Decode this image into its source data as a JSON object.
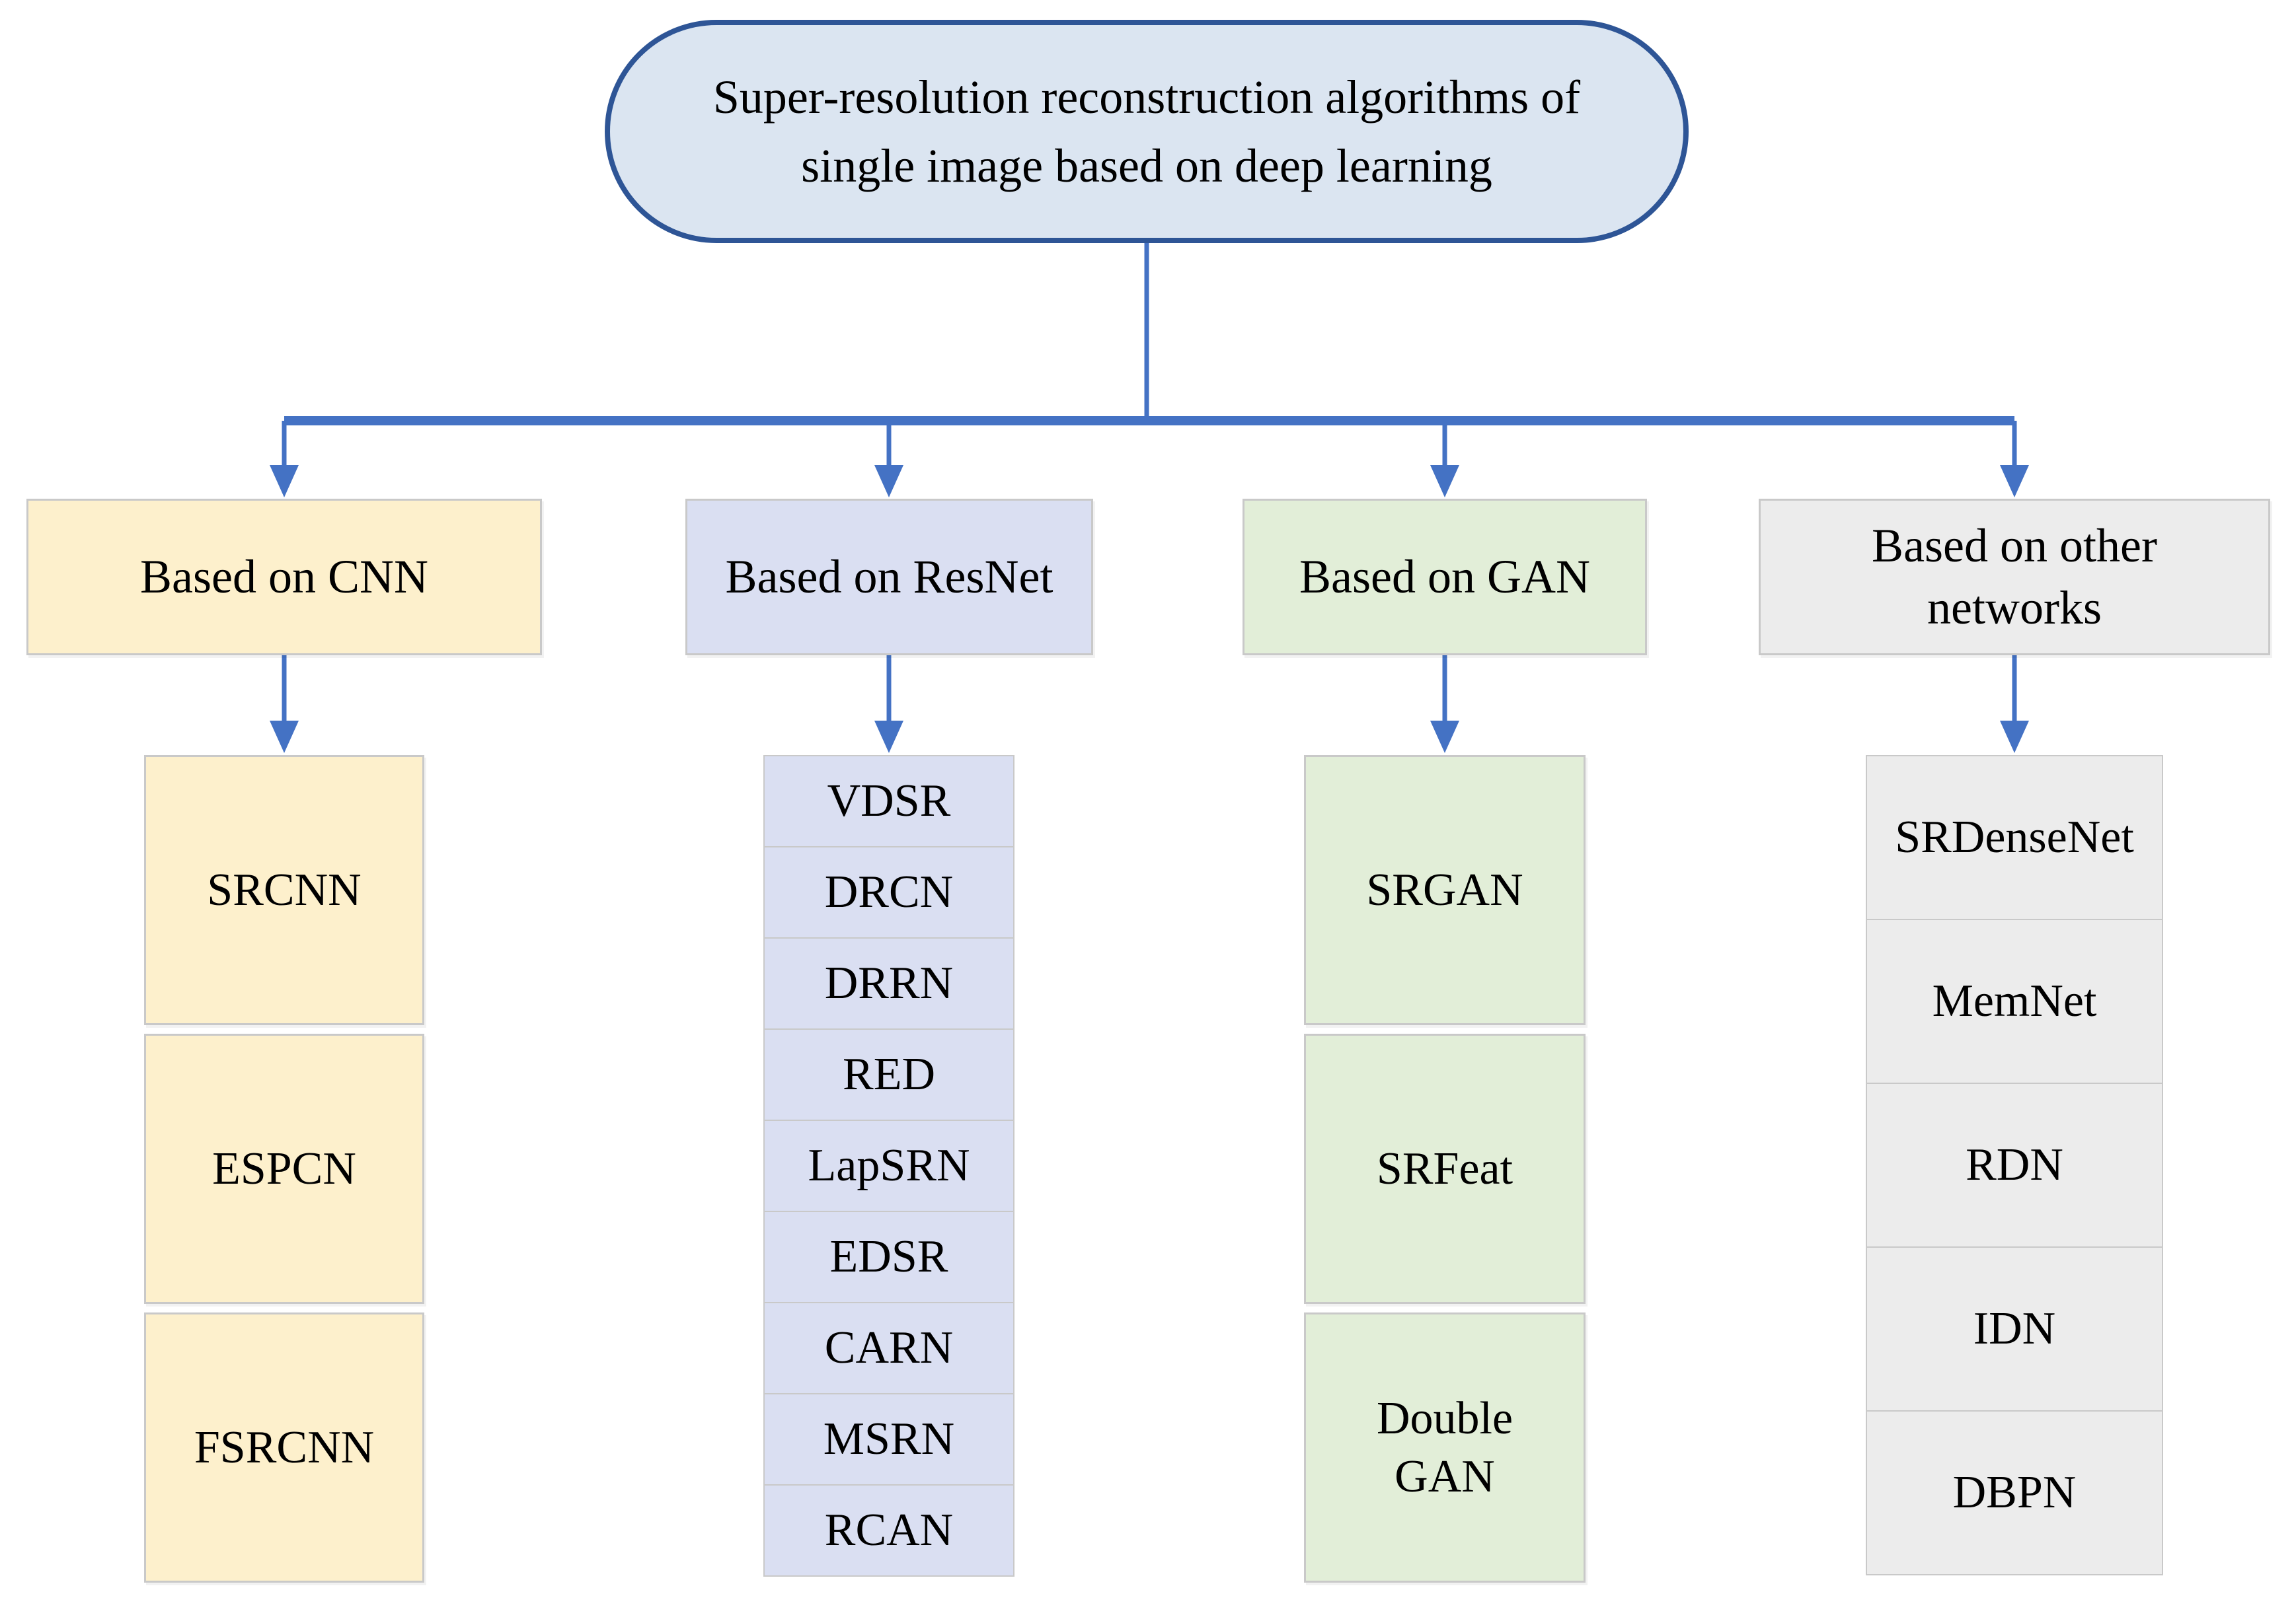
{
  "figure": {
    "title": "Super-resolution reconstruction algorithms of\nsingle image based on deep learning"
  },
  "branches": [
    {
      "label": "Based on CNN",
      "fill": "#fdf0cc",
      "children": [
        "SRCNN",
        "ESPCN",
        "FSRCNN"
      ]
    },
    {
      "label": "Based on ResNet",
      "fill": "#dadff2",
      "children": [
        "VDSR",
        "DRCN",
        "DRRN",
        "RED",
        "LapSRN",
        "EDSR",
        "CARN",
        "MSRN",
        "RCAN"
      ]
    },
    {
      "label": "Based on GAN",
      "fill": "#e2eed8",
      "children": [
        "SRGAN",
        "SRFeat",
        "Double\nGAN"
      ]
    },
    {
      "label": "Based on other\nnetworks",
      "fill": "#ececec",
      "children": [
        "SRDenseNet",
        "MemNet",
        "RDN",
        "IDN",
        "DBPN"
      ]
    }
  ],
  "colors": {
    "connector": "#4472c4",
    "root_fill": "#dbe5f1",
    "root_border": "#2e5596",
    "box_border": "#c9c9c9",
    "text": "#000000"
  }
}
